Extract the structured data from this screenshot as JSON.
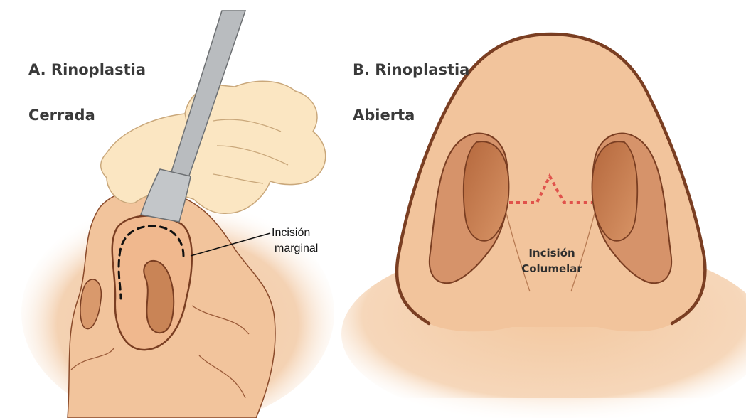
{
  "panel_a": {
    "title_line1": "A. Rinoplastia",
    "title_line2": "Cerrada",
    "label_line1": "Incisión",
    "label_line2": "marginal"
  },
  "panel_b": {
    "title_line1": "B. Rinoplastia",
    "title_line2": "Abierta",
    "label_line1": "Incisión",
    "label_line2": "Columelar"
  },
  "colors": {
    "skin": "#f2c49c",
    "skin_shadow": "#e8ab7f",
    "outline": "#7a3e22",
    "nostril": "#c98456",
    "nostril_deep": "#a65b33",
    "glove": "#fbe6c2",
    "instrument": "#b9bcbf",
    "incision_dots": "#e0524b"
  }
}
